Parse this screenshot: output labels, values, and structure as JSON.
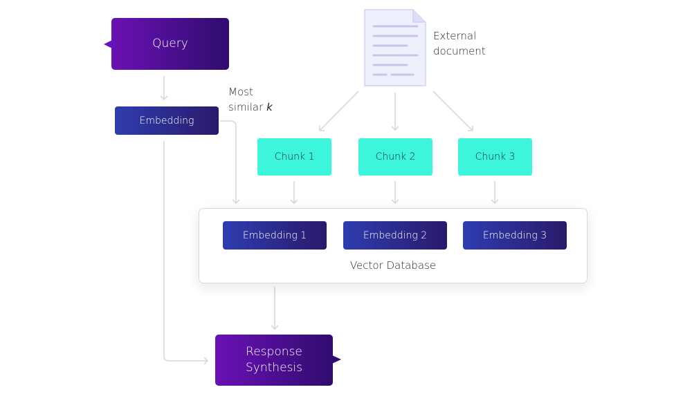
{
  "query": {
    "label": "Query"
  },
  "query_embedding": {
    "label": "Embedding"
  },
  "retrieval_note": {
    "line1": "Most",
    "line2": "similar",
    "k": "k"
  },
  "document": {
    "line1": "External",
    "line2": "document",
    "icon": "document-icon"
  },
  "chunks": [
    {
      "label": "Chunk 1"
    },
    {
      "label": "Chunk 2"
    },
    {
      "label": "Chunk 3"
    }
  ],
  "vector_database": {
    "label": "Vector Database",
    "embeddings": [
      {
        "label": "Embedding 1"
      },
      {
        "label": "Embedding 2"
      },
      {
        "label": "Embedding 3"
      }
    ]
  },
  "response": {
    "line1": "Response",
    "line2": "Synthesis"
  },
  "colors": {
    "purple_start": "#6a11b5",
    "purple_end": "#2f0c6e",
    "embedding_blue": "#2e3db0",
    "chunk_cyan": "#3df5dd",
    "connector_gray": "#d4d8dd",
    "doc_page": "#eef0fc"
  }
}
